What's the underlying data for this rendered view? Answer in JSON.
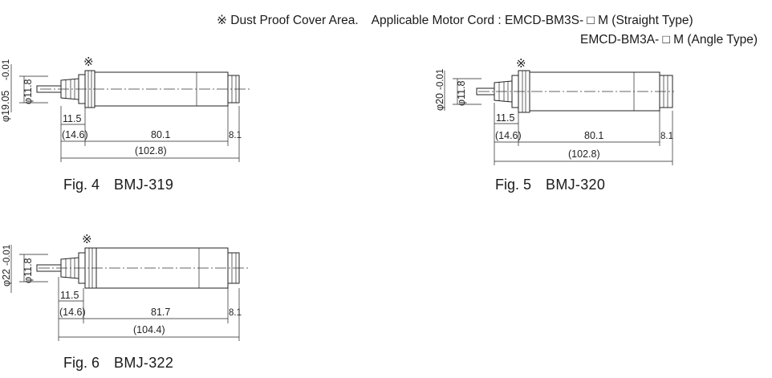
{
  "notes": {
    "dust_cover": "※ Dust Proof Cover Area.",
    "motor_cord_label": "Applicable Motor Cord : EMCD-BM3S- □ M (Straight Type)",
    "motor_cord_angle": "EMCD-BM3A- □ M (Angle Type)"
  },
  "figures": [
    {
      "caption_fig": "Fig. 4",
      "caption_model": "BMJ-319",
      "outer_diameter": "φ19.05",
      "outer_tol": "-0.01",
      "inner_diameter": "φ11.8",
      "dim_a": "11.5",
      "dim_b": "(14.6)",
      "dim_main": "80.1",
      "dim_end": "8.1",
      "dim_total": "(102.8)",
      "dust_mark": "※"
    },
    {
      "caption_fig": "Fig. 5",
      "caption_model": "BMJ-320",
      "outer_diameter": "φ20",
      "outer_tol": "-0.01",
      "inner_diameter": "φ11.8",
      "dim_a": "11.5",
      "dim_b": "(14.6)",
      "dim_main": "80.1",
      "dim_end": "8.1",
      "dim_total": "(102.8)",
      "dust_mark": "※"
    },
    {
      "caption_fig": "Fig. 6",
      "caption_model": "BMJ-322",
      "outer_diameter": "φ22",
      "outer_tol": "-0.01",
      "inner_diameter": "φ11.8",
      "dim_a": "11.5",
      "dim_b": "(14.6)",
      "dim_main": "81.7",
      "dim_end": "8.1",
      "dim_total": "(104.4)",
      "dust_mark": "※"
    }
  ]
}
